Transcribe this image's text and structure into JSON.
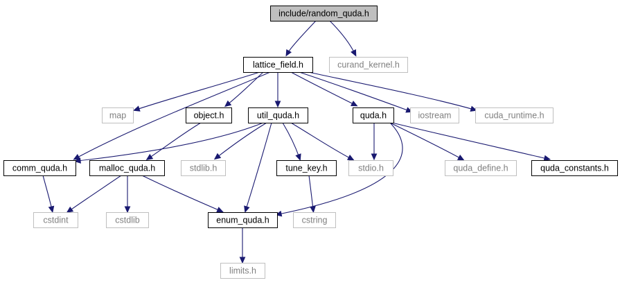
{
  "diagram": {
    "nodes": [
      {
        "id": "random_quda",
        "label": "include/random_quda.h",
        "kind": "root"
      },
      {
        "id": "lattice_field",
        "label": "lattice_field.h",
        "kind": "primary"
      },
      {
        "id": "curand_kernel",
        "label": "curand_kernel.h",
        "kind": "external"
      },
      {
        "id": "map",
        "label": "map",
        "kind": "external"
      },
      {
        "id": "object",
        "label": "object.h",
        "kind": "primary"
      },
      {
        "id": "util_quda",
        "label": "util_quda.h",
        "kind": "primary"
      },
      {
        "id": "quda",
        "label": "quda.h",
        "kind": "primary"
      },
      {
        "id": "iostream",
        "label": "iostream",
        "kind": "external"
      },
      {
        "id": "cuda_runtime",
        "label": "cuda_runtime.h",
        "kind": "external"
      },
      {
        "id": "comm_quda",
        "label": "comm_quda.h",
        "kind": "primary"
      },
      {
        "id": "malloc_quda",
        "label": "malloc_quda.h",
        "kind": "primary"
      },
      {
        "id": "stdlib_h",
        "label": "stdlib.h",
        "kind": "external"
      },
      {
        "id": "tune_key",
        "label": "tune_key.h",
        "kind": "primary"
      },
      {
        "id": "stdio_h",
        "label": "stdio.h",
        "kind": "external"
      },
      {
        "id": "quda_define",
        "label": "quda_define.h",
        "kind": "external"
      },
      {
        "id": "quda_constants",
        "label": "quda_constants.h",
        "kind": "primary"
      },
      {
        "id": "cstdint",
        "label": "cstdint",
        "kind": "external"
      },
      {
        "id": "cstdlib",
        "label": "cstdlib",
        "kind": "external"
      },
      {
        "id": "enum_quda",
        "label": "enum_quda.h",
        "kind": "primary"
      },
      {
        "id": "cstring",
        "label": "cstring",
        "kind": "external"
      },
      {
        "id": "limits_h",
        "label": "limits.h",
        "kind": "external"
      }
    ],
    "edges": [
      {
        "from": "random_quda",
        "to": "lattice_field"
      },
      {
        "from": "random_quda",
        "to": "curand_kernel"
      },
      {
        "from": "lattice_field",
        "to": "map"
      },
      {
        "from": "lattice_field",
        "to": "comm_quda"
      },
      {
        "from": "lattice_field",
        "to": "object"
      },
      {
        "from": "lattice_field",
        "to": "util_quda"
      },
      {
        "from": "lattice_field",
        "to": "quda"
      },
      {
        "from": "lattice_field",
        "to": "iostream"
      },
      {
        "from": "lattice_field",
        "to": "cuda_runtime"
      },
      {
        "from": "object",
        "to": "malloc_quda"
      },
      {
        "from": "util_quda",
        "to": "comm_quda"
      },
      {
        "from": "util_quda",
        "to": "stdlib_h"
      },
      {
        "from": "util_quda",
        "to": "enum_quda"
      },
      {
        "from": "util_quda",
        "to": "tune_key"
      },
      {
        "from": "util_quda",
        "to": "stdio_h"
      },
      {
        "from": "quda",
        "to": "stdio_h"
      },
      {
        "from": "quda",
        "to": "enum_quda"
      },
      {
        "from": "quda",
        "to": "quda_define"
      },
      {
        "from": "quda",
        "to": "quda_constants"
      },
      {
        "from": "comm_quda",
        "to": "cstdint"
      },
      {
        "from": "malloc_quda",
        "to": "cstdint"
      },
      {
        "from": "malloc_quda",
        "to": "cstdlib"
      },
      {
        "from": "malloc_quda",
        "to": "enum_quda"
      },
      {
        "from": "tune_key",
        "to": "cstring"
      },
      {
        "from": "enum_quda",
        "to": "limits_h"
      }
    ]
  }
}
